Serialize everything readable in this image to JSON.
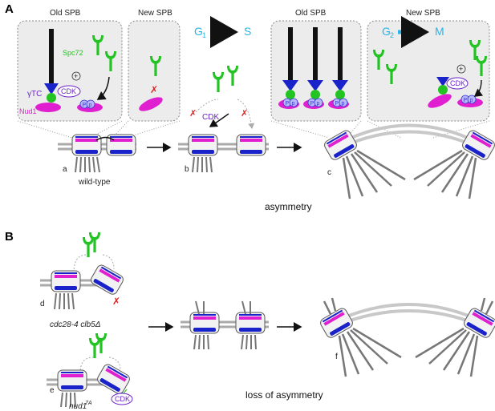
{
  "panel_A": {
    "letter": "A",
    "insets": {
      "old_spb_title": "Old SPB",
      "new_spb_title": "New SPB",
      "spc72": "Spc72",
      "gtc": "γTC",
      "nud1": "Nud1",
      "cdk": "CDK",
      "plus": "+",
      "pp": "Pp"
    },
    "transition_1": {
      "from": "G",
      "from_sub": "1",
      "to": "S"
    },
    "transition_2": {
      "from": "G",
      "from_sub": "2",
      "to": "M"
    },
    "mid_cdk": "CDK",
    "wild_type": "wild-type",
    "asymmetry": "asymmetry",
    "sublabels": [
      "a",
      "b",
      "c"
    ]
  },
  "panel_B": {
    "letter": "B",
    "mutant_1": "cdc28-4 clb5Δ",
    "mutant_2": "nud1",
    "mutant_2_sup": "7A",
    "cdk": "CDK",
    "loss": "loss of asymmetry",
    "sublabels": [
      "d",
      "e",
      "f"
    ]
  },
  "colors": {
    "green": "#22c322",
    "blue": "#1a23c9",
    "magenta": "#e020d0",
    "cyan": "#28b4e8",
    "purple": "#6a22c9",
    "red": "#e02020",
    "gray": "#8a8a8a"
  }
}
